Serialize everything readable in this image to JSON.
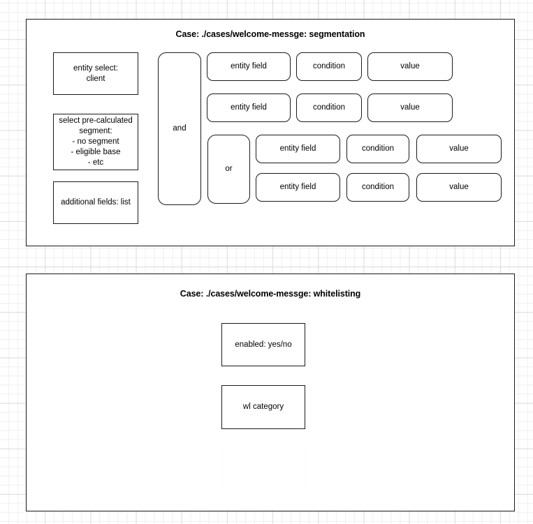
{
  "canvas": {
    "background": "#ffffff",
    "grid_minor_color": "#efefef",
    "grid_major_color": "#dddddd",
    "stroke_color": "#1a1a1a"
  },
  "panels": [
    {
      "id": "segmentation",
      "title": "Case: ./cases/welcome-messge: segmentation",
      "left_column": [
        {
          "name": "entity-select",
          "label": "entity select:\nclient"
        },
        {
          "name": "precalc-segment",
          "label": "select pre-calculated\nsegment:\n- no segment\n- eligible base\n- etc"
        },
        {
          "name": "additional-fields",
          "label": "additional fields: list"
        }
      ],
      "and_group": {
        "label": "and",
        "rows": [
          {
            "entity_field": "entity field",
            "condition": "condition",
            "value": "value"
          },
          {
            "entity_field": "entity field",
            "condition": "condition",
            "value": "value"
          }
        ],
        "or_group": {
          "label": "or",
          "rows": [
            {
              "entity_field": "entity field",
              "condition": "condition",
              "value": "value"
            },
            {
              "entity_field": "entity field",
              "condition": "condition",
              "value": "value"
            }
          ]
        }
      }
    },
    {
      "id": "whitelisting",
      "title": "Case: ./cases/welcome-messge: whitelisting",
      "nodes": [
        {
          "name": "wl-enabled",
          "label": "enabled: yes/no"
        },
        {
          "name": "wl-category",
          "label": "wl category"
        },
        {
          "name": "wl-ghost",
          "label": ""
        }
      ]
    }
  ]
}
